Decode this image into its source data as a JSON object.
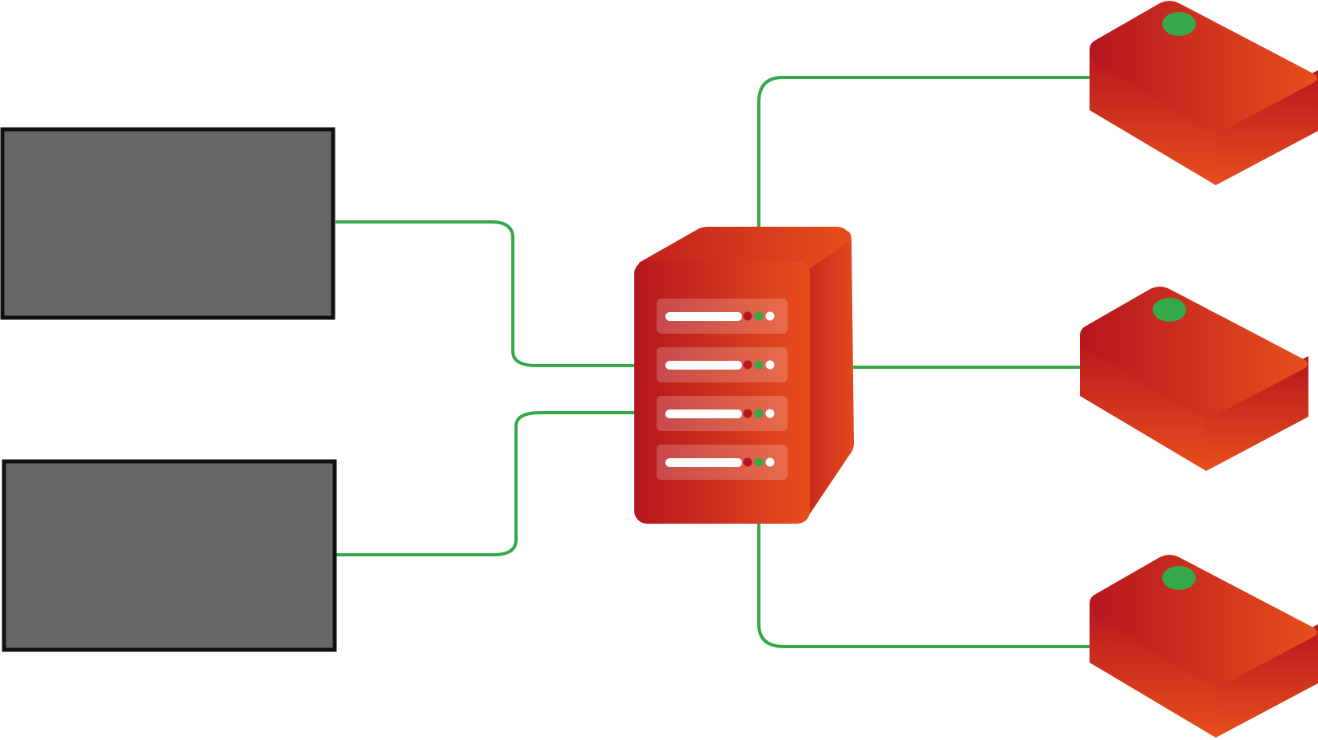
{
  "diagram": {
    "colors": {
      "background": "#ffffff",
      "connector": "#35a84a",
      "client_fill": "#666666",
      "client_border": "#111111",
      "red_dark": "#b5161f",
      "red_mid": "#d1301f",
      "orange": "#e84e1c",
      "indicator_green": "#35a84a",
      "indicator_red": "#b5161f",
      "bar_white": "#ffffff"
    },
    "clients": [
      {
        "id": "client-1",
        "shape": "gray-rectangle"
      },
      {
        "id": "client-2",
        "shape": "gray-rectangle"
      }
    ],
    "hub": {
      "id": "central-server",
      "icon": "server-tower-icon",
      "drive_slots": [
        {
          "indicators": [
            "red",
            "green",
            "white"
          ]
        },
        {
          "indicators": [
            "red",
            "green",
            "white"
          ]
        },
        {
          "indicators": [
            "red",
            "green",
            "white"
          ]
        },
        {
          "indicators": [
            "red",
            "green",
            "white"
          ]
        }
      ]
    },
    "nodes": [
      {
        "id": "node-1",
        "icon": "isometric-box-icon",
        "status": "green"
      },
      {
        "id": "node-2",
        "icon": "isometric-box-icon",
        "status": "green"
      },
      {
        "id": "node-3",
        "icon": "isometric-box-icon",
        "status": "green"
      }
    ],
    "connections": [
      {
        "from": "client-1",
        "to": "central-server"
      },
      {
        "from": "client-2",
        "to": "central-server"
      },
      {
        "from": "central-server",
        "to": "node-1"
      },
      {
        "from": "central-server",
        "to": "node-2"
      },
      {
        "from": "central-server",
        "to": "node-3"
      }
    ]
  }
}
